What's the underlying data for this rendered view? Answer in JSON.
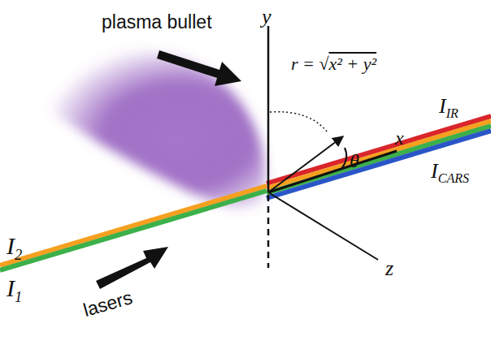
{
  "diagram": {
    "labels": [
      "plasma bullet",
      "y",
      "r = √x² + y²",
      "θ",
      "x",
      "IIR",
      "ICARS",
      "z",
      "I2",
      "I1",
      "lasers"
    ]
  }
}
